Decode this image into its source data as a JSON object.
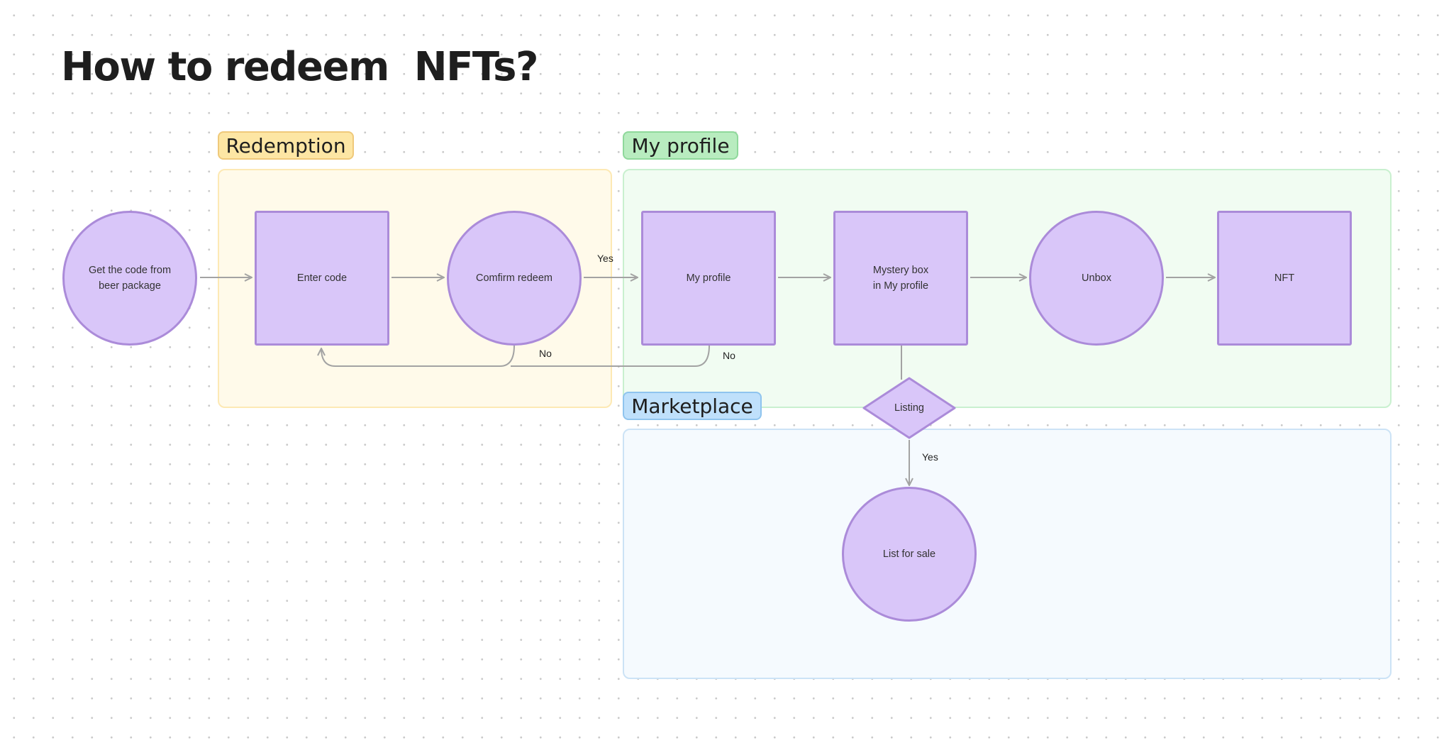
{
  "title": "How to redeem  NFTs?",
  "sections": {
    "redemption": "Redemption",
    "my_profile": "My profile",
    "marketplace": "Marketplace"
  },
  "nodes": {
    "get_code": "Get the code from\nbeer package",
    "enter_code": "Enter code",
    "confirm_redeem": "Comfirm redeem",
    "my_profile": "My profile",
    "mystery_box": "Mystery box\nin My profile",
    "unbox": "Unbox",
    "nft": "NFT",
    "listing": "Listing",
    "list_for_sale": "List for sale"
  },
  "edge_labels": {
    "yes_confirm": "Yes",
    "no_confirm": "No",
    "no_profile": "No",
    "yes_listing": "Yes"
  },
  "colors": {
    "node_fill": "#d9c6f9",
    "node_border": "#ab8bd9",
    "connector": "#a3a3a3"
  }
}
